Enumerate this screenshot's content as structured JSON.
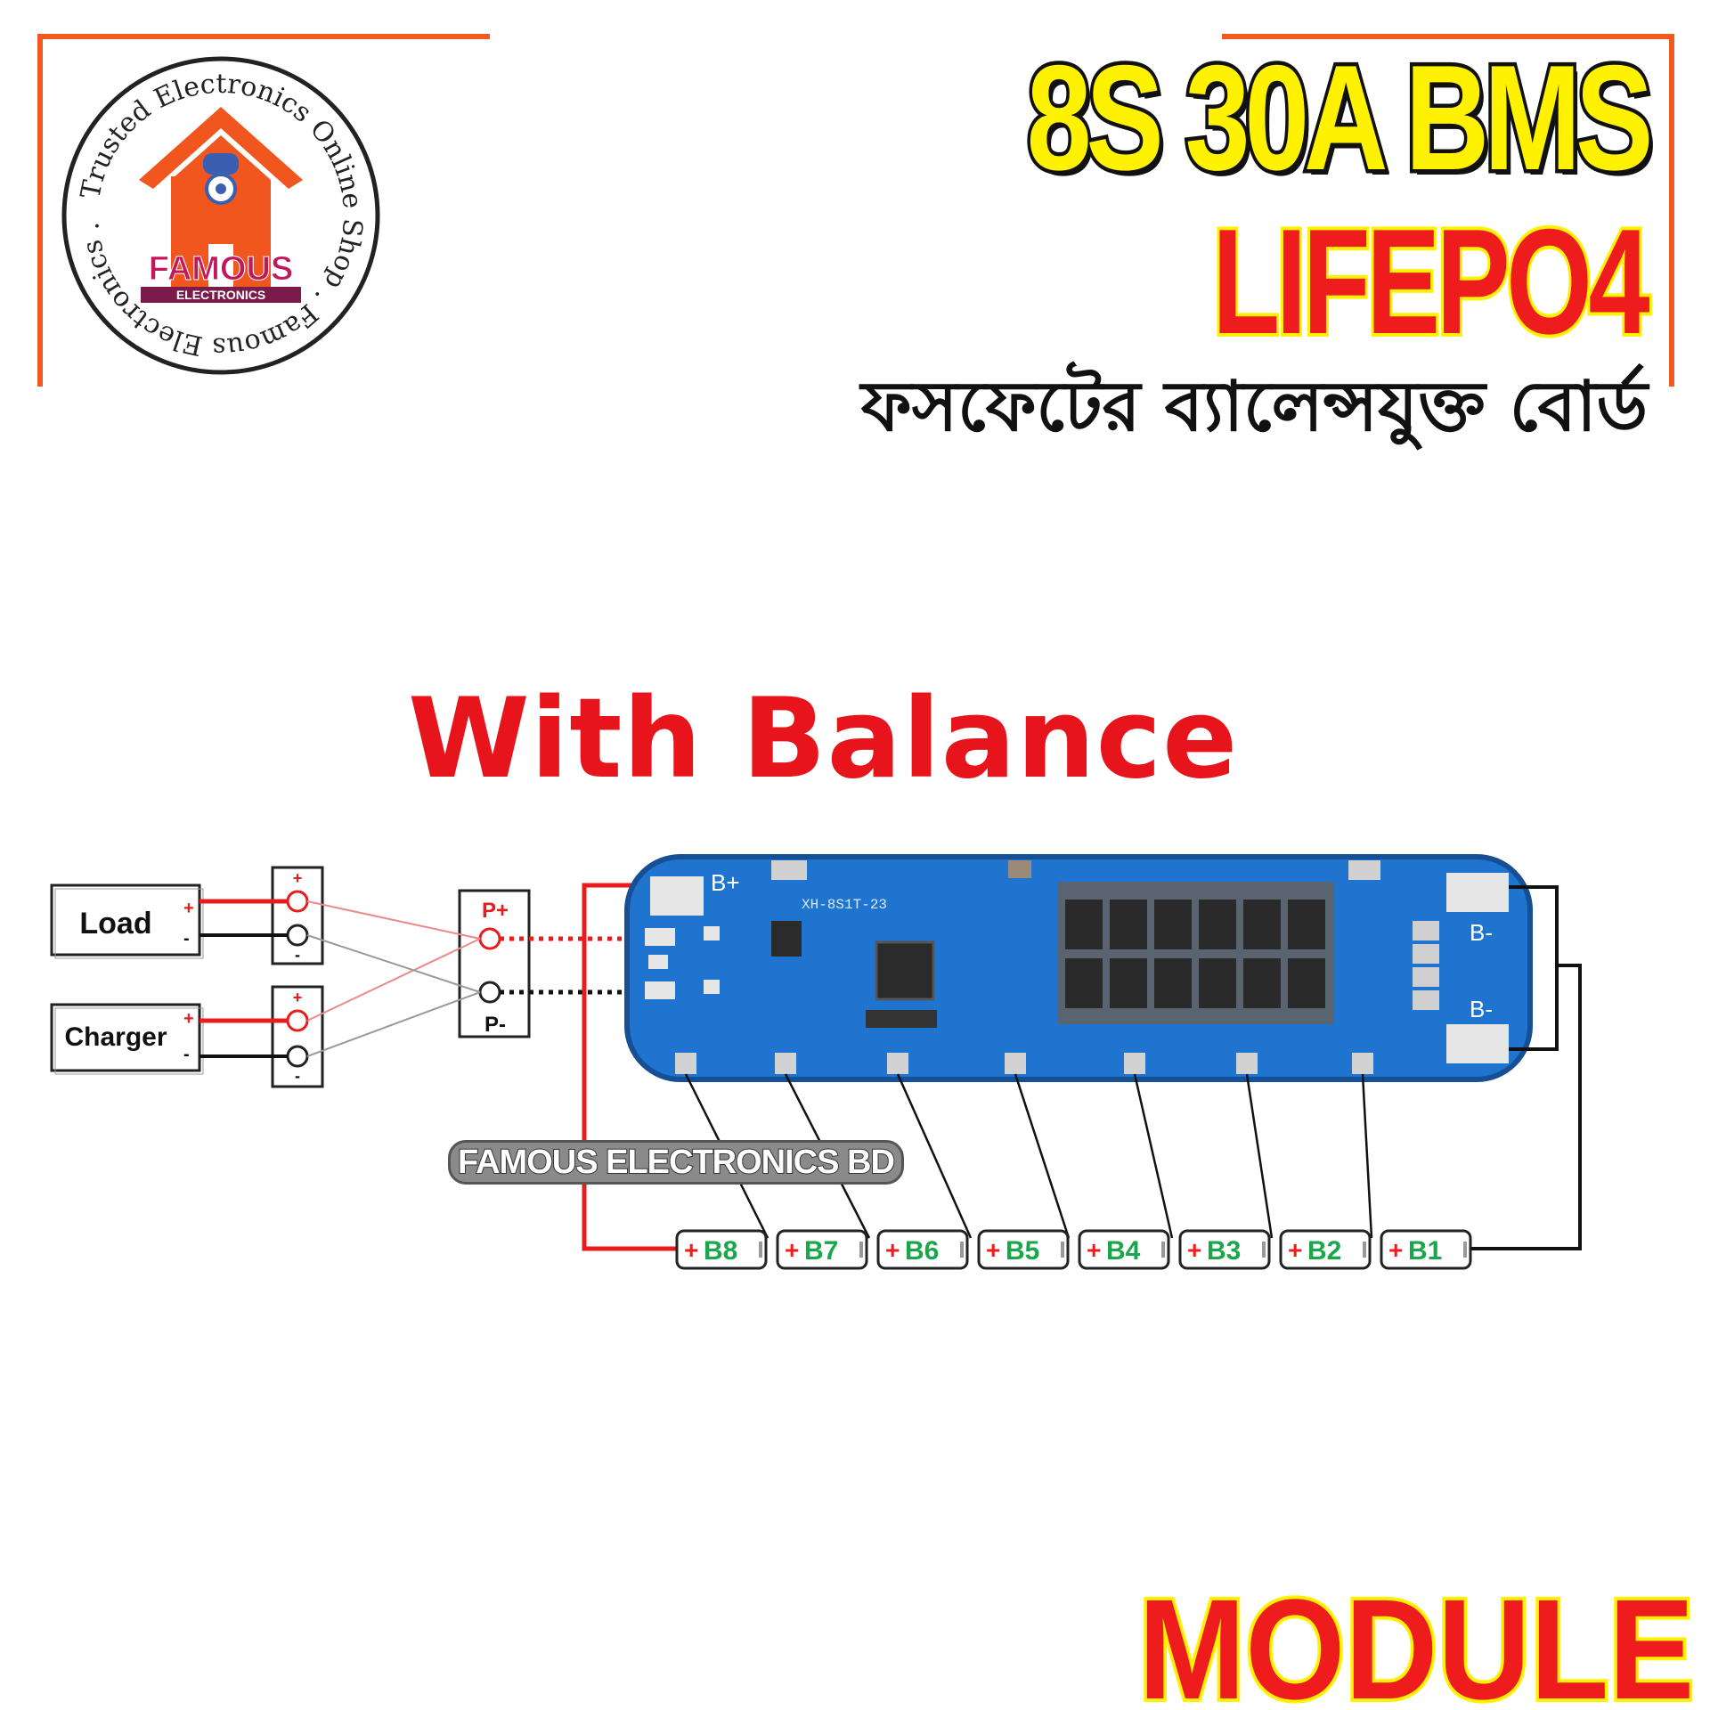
{
  "logo": {
    "ring_text": "Trusted Electronics Online Shop . Famous Electronics .",
    "brand": "FAMOUS",
    "tagline": "ELECTRONICS"
  },
  "headline": {
    "title": "8S 30A BMS",
    "chemistry": "LIFEPO4",
    "bangla_subtitle": "ফসফেটের ব্যালেন্সযুক্ত বোর্ড"
  },
  "feature": "With Balance",
  "footer_label": "MODULE",
  "watermark": "FAMOUS ELECTRONICS BD",
  "diagram": {
    "load_label": "Load",
    "charger_label": "Charger",
    "plus": "+",
    "minus": "-",
    "p_plus": "P+",
    "p_minus": "P-",
    "board_b_plus": "B+",
    "board_b_minus": "B-",
    "board_model": "XH-8S1T-23",
    "cells": [
      "B8",
      "B7",
      "B6",
      "B5",
      "B4",
      "B3",
      "B2",
      "B1"
    ]
  },
  "colors": {
    "frame": "#f05a1e",
    "title_fill": "#fff200",
    "accent_red": "#ee1c1c",
    "pcb_blue": "#1f74d0",
    "cell_green": "#1aa64a"
  }
}
